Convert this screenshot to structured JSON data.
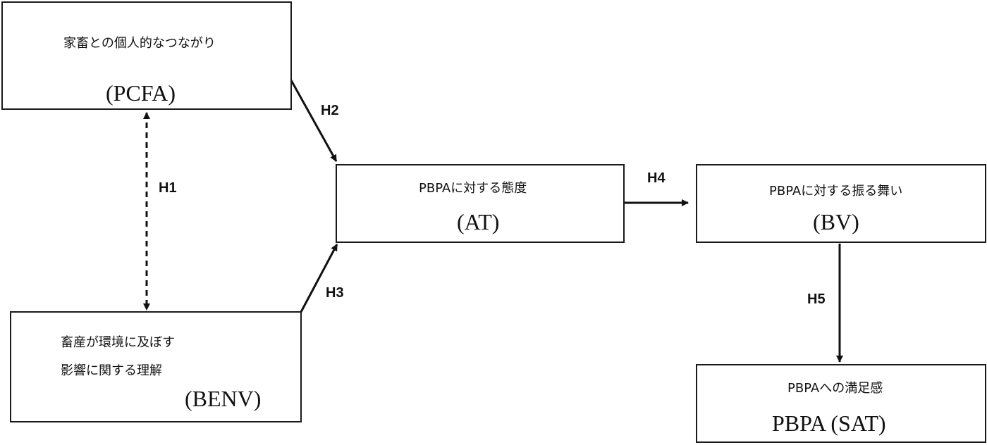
{
  "nodes": {
    "pcfa": {
      "label": "家畜との個人的なつながり",
      "abbr": "(PCFA)"
    },
    "benv": {
      "label_line1": "畜産が環境に及ぼす",
      "label_line2": "影響に関する理解",
      "abbr": "(BENV)"
    },
    "at": {
      "label": "PBPAに対する態度",
      "abbr": "(AT)"
    },
    "bv": {
      "label": "PBPAに対する振る舞い",
      "abbr": "(BV)"
    },
    "sat": {
      "label": "PBPAへの満足感",
      "abbr": "PBPA (SAT)"
    }
  },
  "hypotheses": {
    "h1": "H1",
    "h2": "H2",
    "h3": "H3",
    "h4": "H4",
    "h5": "H5"
  },
  "colors": {
    "line": "#111111",
    "border": "#1a1a1a",
    "background": "#ffffff"
  }
}
